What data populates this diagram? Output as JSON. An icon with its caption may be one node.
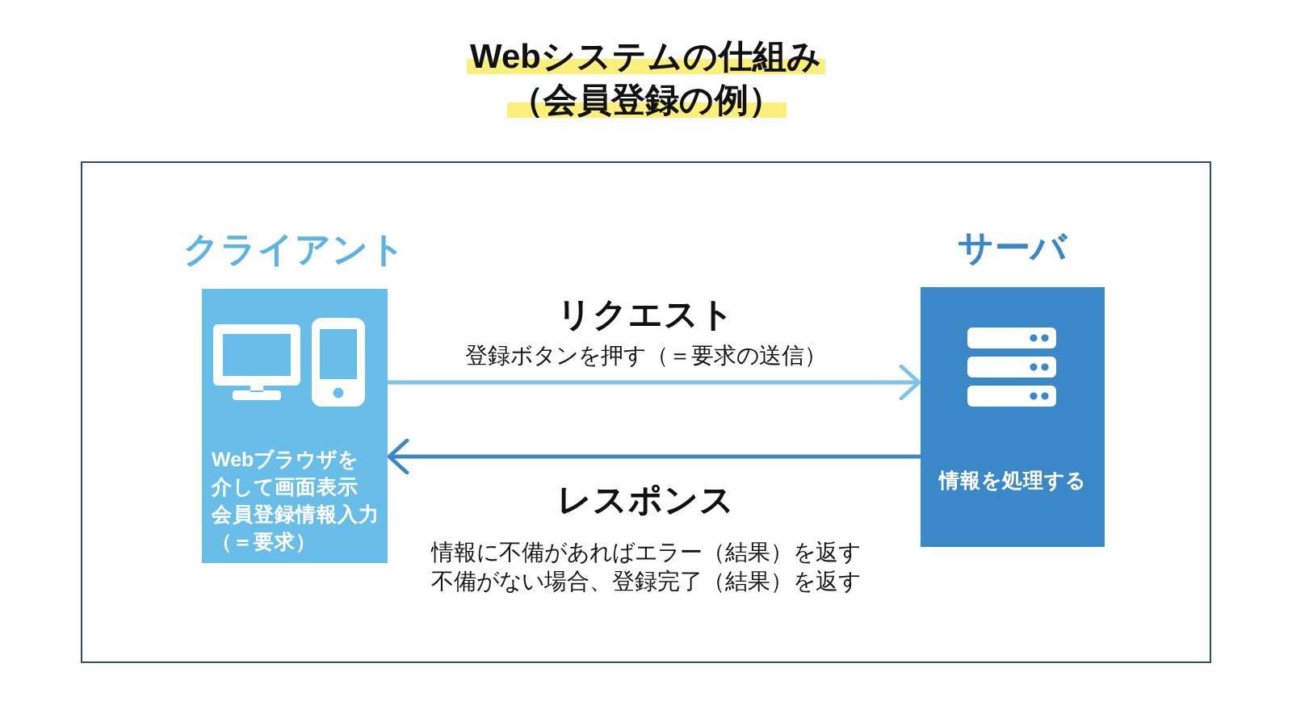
{
  "diagram": {
    "title": "Webシステムの仕組み（会員登録の例）",
    "nodes": [
      {
        "text": [],
        "shape": "box"
      },
      {
        "text": [
          "クライアント",
          "Webブラウザを介して画面表示",
          "会員登録情報入力（＝要求）"
        ],
        "in": 0
      },
      {
        "text": [
          "サーバ",
          "情報を処理する"
        ],
        "in": 0
      }
    ],
    "edges": [
      {
        "from": 1,
        "to": 2,
        "arrow": "to",
        "label": "リクエスト",
        "color": "#7cc4ec"
      },
      {
        "from": 2,
        "to": 1,
        "arrow": "to",
        "label": "レスポンス",
        "color": "#3d86c6"
      }
    ],
    "labels": [
      "登録ボタンを押す（＝要求の送信）",
      "情報に不備があればエラー（結果）を返す",
      "不備がない場合、登録完了（結果）を返す"
    ]
  }
}
